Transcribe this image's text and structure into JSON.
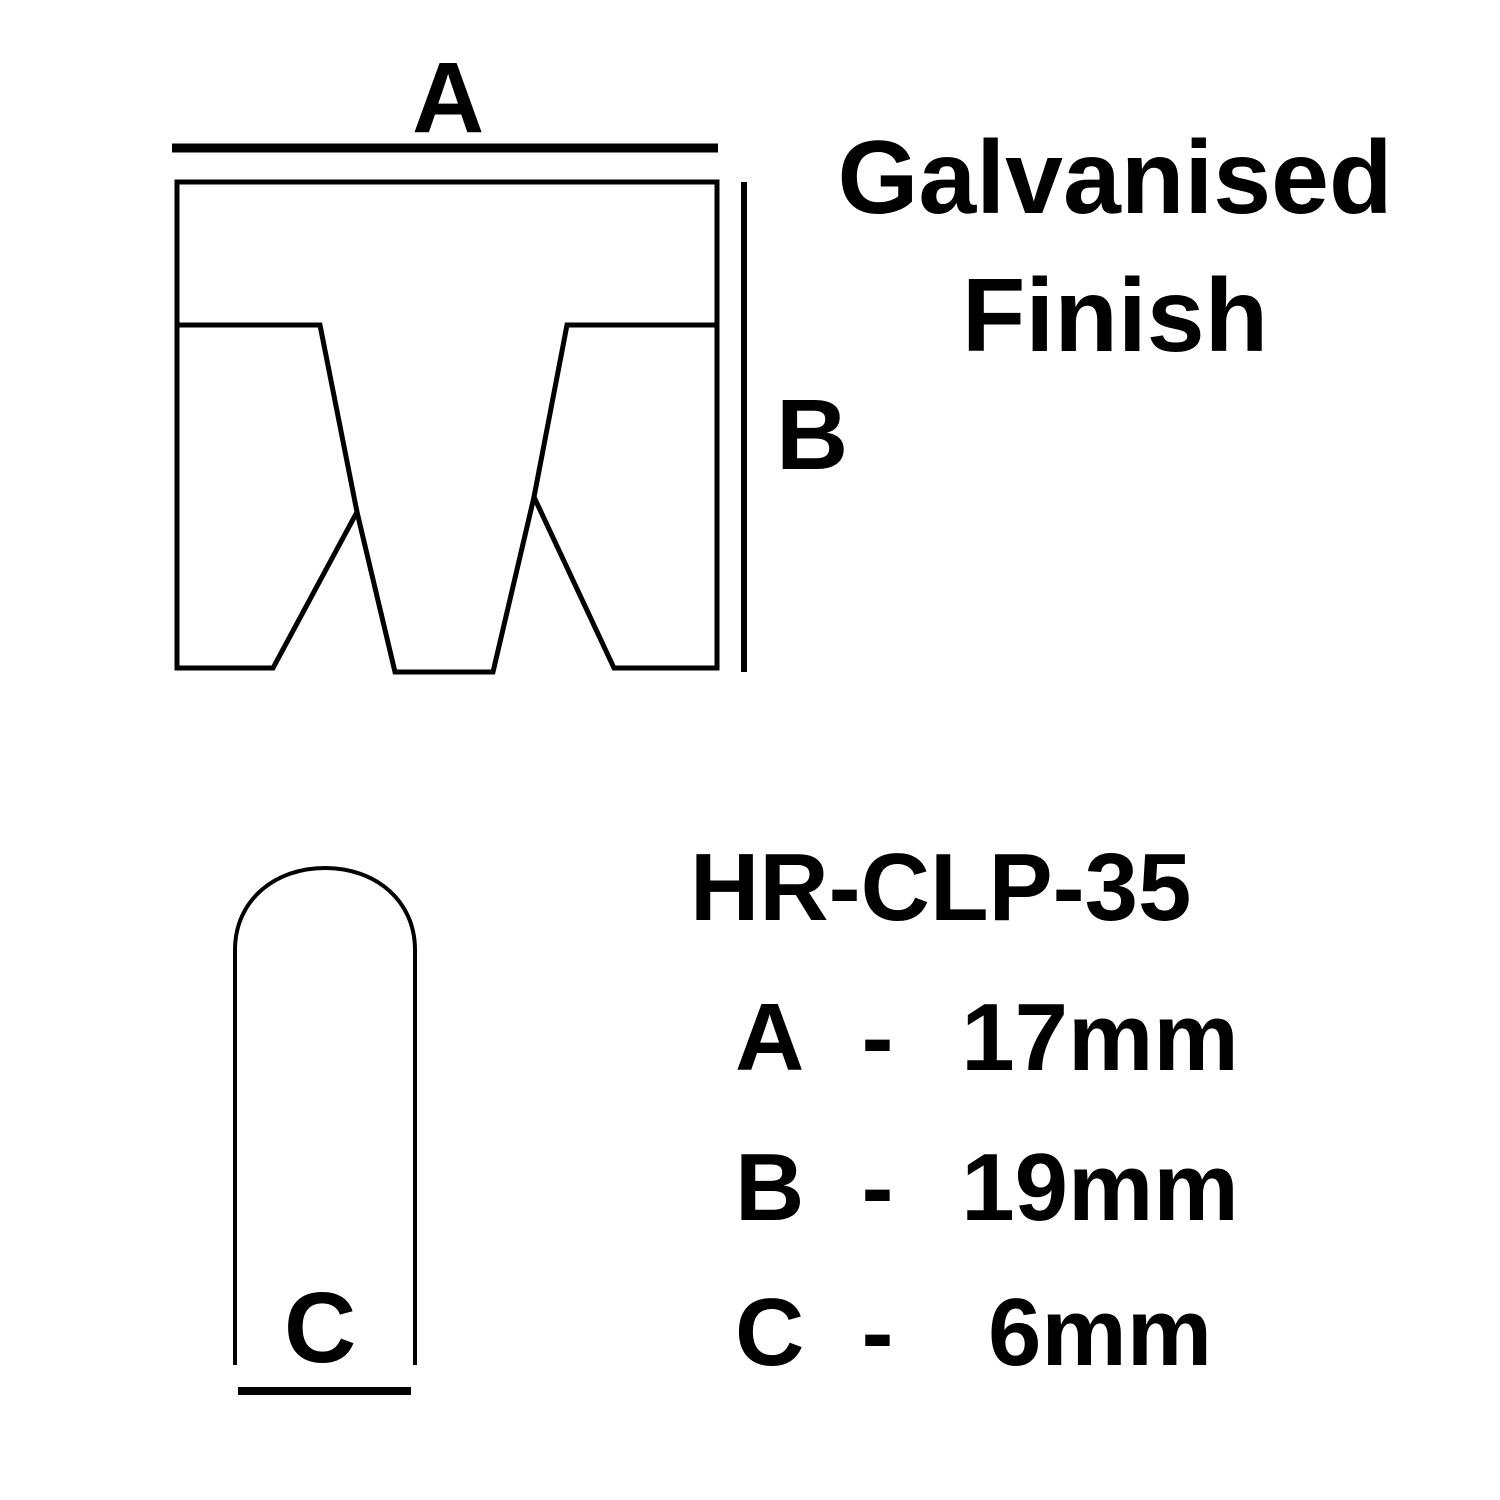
{
  "dimension_labels": {
    "a": "A",
    "b": "B",
    "c": "C"
  },
  "finish": {
    "line1": "Galvanised",
    "line2": "Finish"
  },
  "model": "HR-CLP-35",
  "specs": [
    {
      "key": "A",
      "dash": "-",
      "value": "17mm"
    },
    {
      "key": "B",
      "dash": "-",
      "value": "19mm"
    },
    {
      "key": "C",
      "dash": "-",
      "value": "6mm"
    }
  ],
  "colors": {
    "line": "#000000",
    "background": "#ffffff"
  }
}
